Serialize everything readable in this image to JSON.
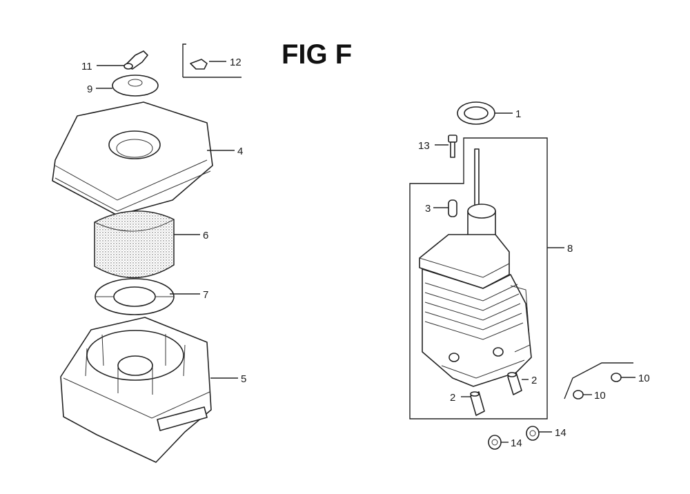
{
  "title": "FIG F",
  "callouts": [
    {
      "id": "c11",
      "text": "11"
    },
    {
      "id": "c12",
      "text": "12"
    },
    {
      "id": "c9",
      "text": "9"
    },
    {
      "id": "c4",
      "text": "4"
    },
    {
      "id": "c6",
      "text": "6"
    },
    {
      "id": "c7",
      "text": "7"
    },
    {
      "id": "c5",
      "text": "5"
    },
    {
      "id": "c1",
      "text": "1"
    },
    {
      "id": "c13",
      "text": "13"
    },
    {
      "id": "c3",
      "text": "3"
    },
    {
      "id": "c8",
      "text": "8"
    },
    {
      "id": "c2a",
      "text": "2"
    },
    {
      "id": "c2b",
      "text": "2"
    },
    {
      "id": "c10a",
      "text": "10"
    },
    {
      "id": "c10b",
      "text": "10"
    },
    {
      "id": "c14a",
      "text": "14"
    },
    {
      "id": "c14b",
      "text": "14"
    }
  ]
}
